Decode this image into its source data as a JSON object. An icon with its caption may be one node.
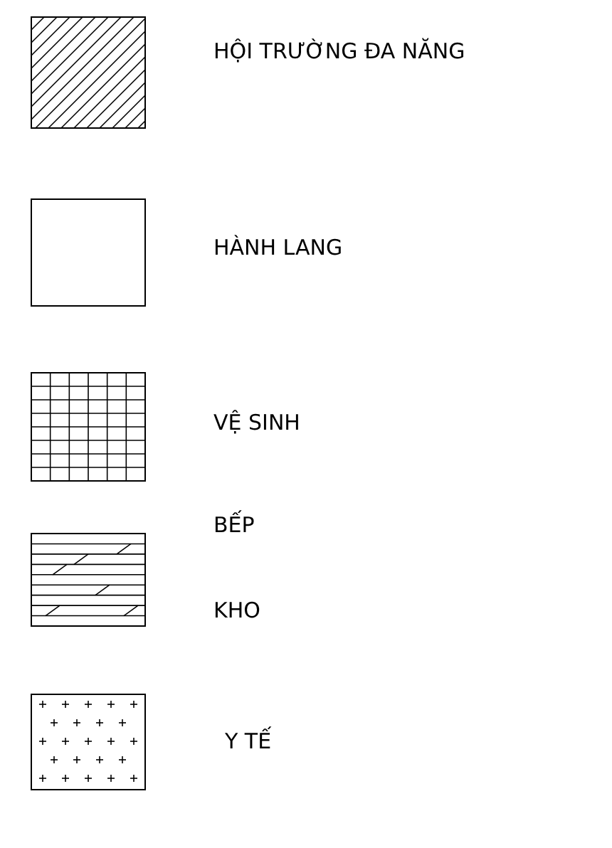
{
  "diagram": {
    "legend": [
      {
        "text": "HỘI TRƯỜNG ĐA NĂNG"
      },
      {
        "text": "HÀNH LANG"
      },
      {
        "text": "VỆ SINH"
      },
      {
        "text": "BẾP"
      },
      {
        "text": "KHO"
      },
      {
        "text": "Y TẾ"
      }
    ]
  }
}
